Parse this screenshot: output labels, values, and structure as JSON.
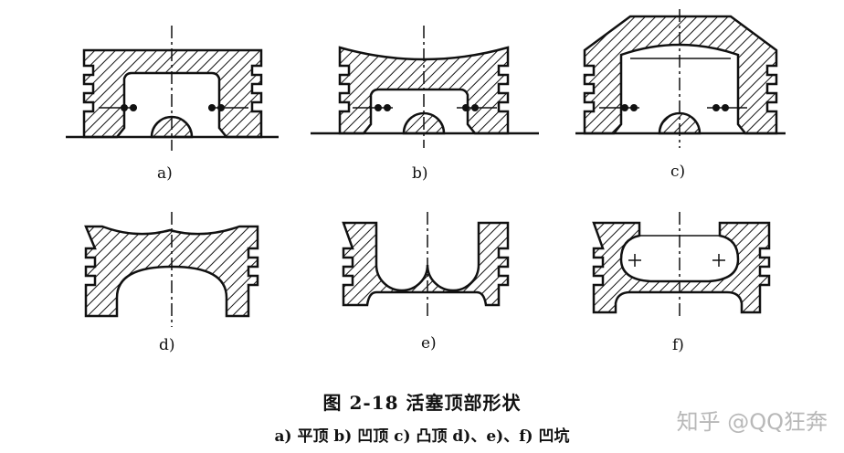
{
  "figure": {
    "title": "图 2-18   活塞顶部形状",
    "subtitle": "a) 平顶   b) 凹顶   c) 凸顶   d)、e)、f) 凹坑"
  },
  "panels": [
    {
      "id": "a",
      "label": "a)"
    },
    {
      "id": "b",
      "label": "b)"
    },
    {
      "id": "c",
      "label": "c)"
    },
    {
      "id": "d",
      "label": "d)"
    },
    {
      "id": "e",
      "label": "e)"
    },
    {
      "id": "f",
      "label": "f)"
    }
  ],
  "watermark": "知乎 @QQ狂奔",
  "colors": {
    "ink": "#111111",
    "watermark": "#b8b8b8"
  }
}
